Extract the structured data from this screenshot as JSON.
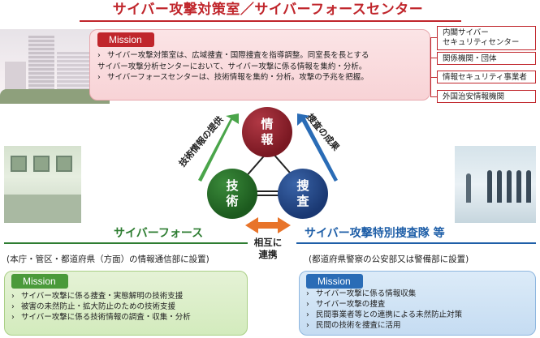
{
  "header": {
    "title": "サイバー攻撃対策室／サイバーフォースセンター"
  },
  "top_mission": {
    "tag": "Mission",
    "bullets": [
      {
        "line1": "サイバー攻撃対策室は、広域捜査・国際捜査を指導調整。同室長を長とする",
        "line2": "サイバー攻撃分析センターにおいて、サイバー攻撃に係る情報を集約・分析。"
      },
      {
        "line1": "サイバーフォースセンターは、技術情報を集約・分析。攻撃の予兆を把握。"
      }
    ]
  },
  "partners": [
    {
      "line1": "内閣サイバー",
      "line2": "セキュリティセンター"
    },
    {
      "line1": "関係機関・団体"
    },
    {
      "line1": "情報セキュリティ事業者"
    },
    {
      "line1": "外国治安情報機関"
    }
  ],
  "diagram": {
    "info_top": "情",
    "info_bottom": "報",
    "tech_top": "技",
    "tech_bottom": "術",
    "inv_top": "捜",
    "inv_bottom": "査",
    "left_arrow_label": "技術情報の提供",
    "right_arrow_label": "捜査の成果",
    "mutual_line1": "相互に",
    "mutual_line2": "連携"
  },
  "left_unit": {
    "title": "サイバーフォース",
    "subtitle": "(本庁・管区・都道府県（方面）の情報通信部に設置)",
    "tag": "Mission",
    "bullets": [
      "サイバー攻撃に係る捜査・実態解明の技術支援",
      "被害の未然防止・拡大防止のための技術支援",
      "サイバー攻撃に係る技術情報の調査・収集・分析"
    ]
  },
  "right_unit": {
    "title": "サイバー攻撃特別捜査隊 等",
    "subtitle": "(都道府県警察の公安部又は警備部に設置)",
    "tag": "Mission",
    "bullets": [
      "サイバー攻撃に係る情報収集",
      "サイバー攻撃の捜査",
      "民間事業者等との連携による未然防止対策",
      "民間の技術を捜査に活用"
    ]
  },
  "colors": {
    "red": "#c0262c",
    "green": "#2e7d32",
    "blue": "#1f5fa8",
    "orange": "#e8742a"
  }
}
